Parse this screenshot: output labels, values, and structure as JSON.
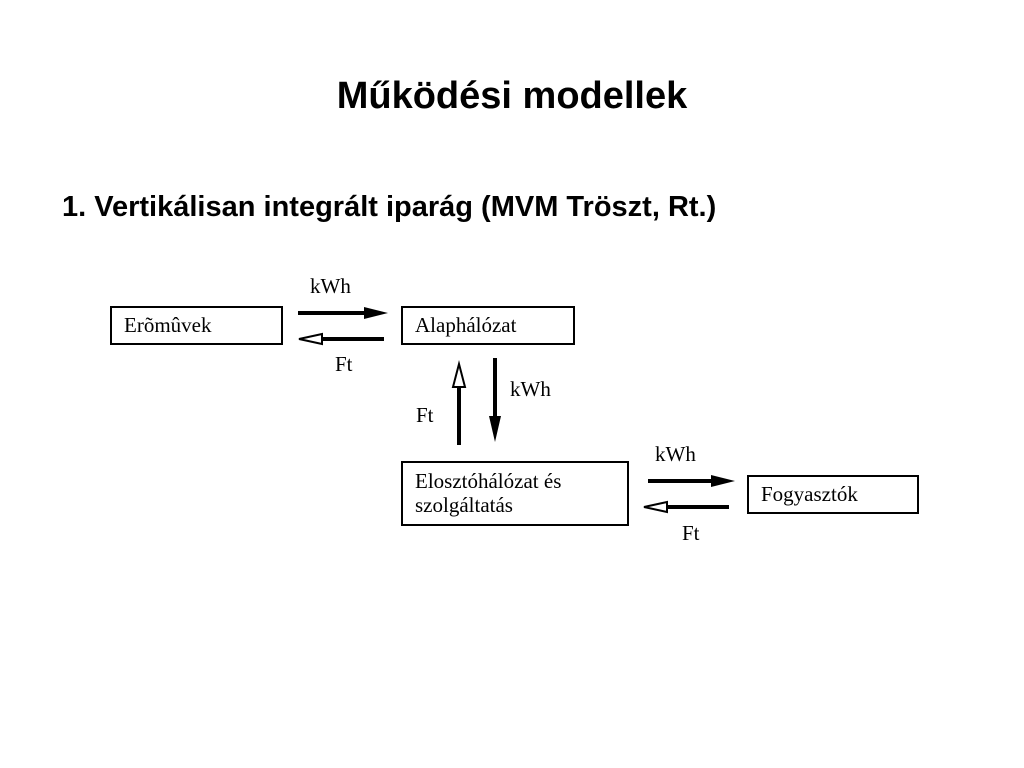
{
  "slide": {
    "title": "Működési modellek",
    "subtitle": "1. Vertikálisan integrált iparág (MVM Tröszt, Rt.)"
  },
  "diagram": {
    "nodes": {
      "power_plants": "Erõmûvek",
      "backbone_network": "Alaphálózat",
      "distribution_line1": "Elosztóhálózat és",
      "distribution_line2": "szolgáltatás",
      "consumers": "Fogyasztók"
    },
    "edges": {
      "plants_to_backbone_energy": "kWh",
      "backbone_to_plants_money": "Ft",
      "backbone_to_distribution_energy": "kWh",
      "distribution_to_backbone_money": "Ft",
      "distribution_to_consumers_energy": "kWh",
      "consumers_to_distribution_money": "Ft"
    }
  }
}
